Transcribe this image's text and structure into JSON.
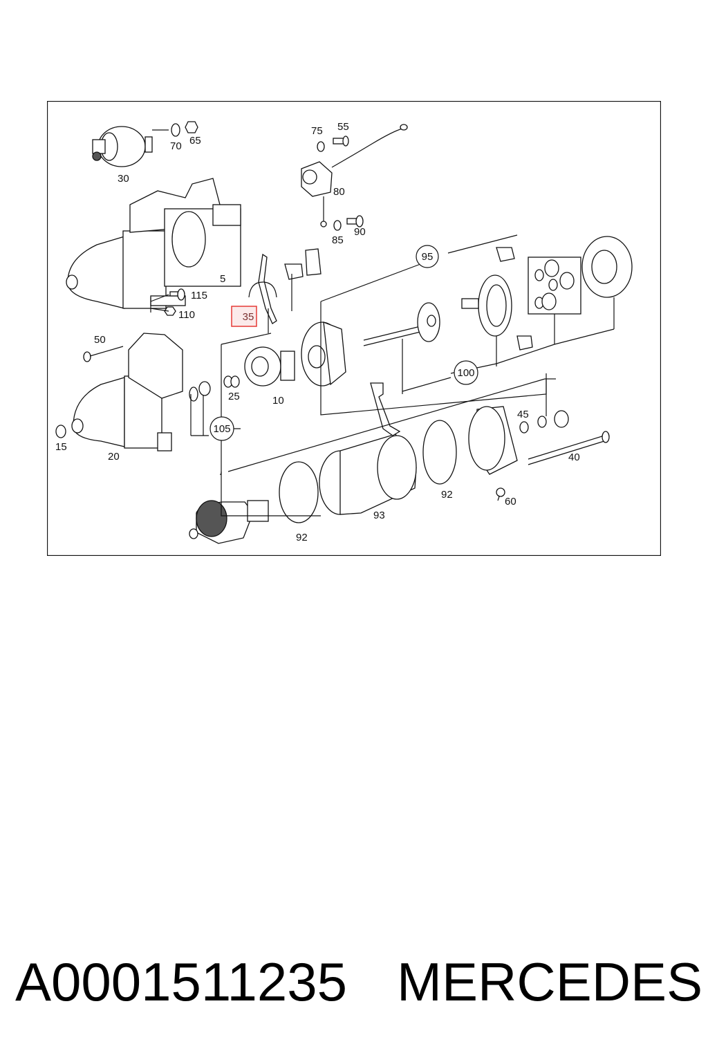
{
  "diagram": {
    "labels": {
      "p5": "5",
      "p10": "10",
      "p15": "15",
      "p20": "20",
      "p25": "25",
      "p30": "30",
      "p35": "35",
      "p40": "40",
      "p45": "45",
      "p50": "50",
      "p55": "55",
      "p60": "60",
      "p65": "65",
      "p70": "70",
      "p75": "75",
      "p80": "80",
      "p85": "85",
      "p90": "90",
      "p92a": "92",
      "p92b": "92",
      "p93": "93",
      "p110": "110",
      "p115": "115"
    },
    "callouts": {
      "c95": "95",
      "c100": "100",
      "c105": "105"
    },
    "highlighted_part": "35",
    "highlight_color": "#e53935"
  },
  "footer": {
    "part_number": "A0001511235",
    "brand": "MERCEDES"
  }
}
